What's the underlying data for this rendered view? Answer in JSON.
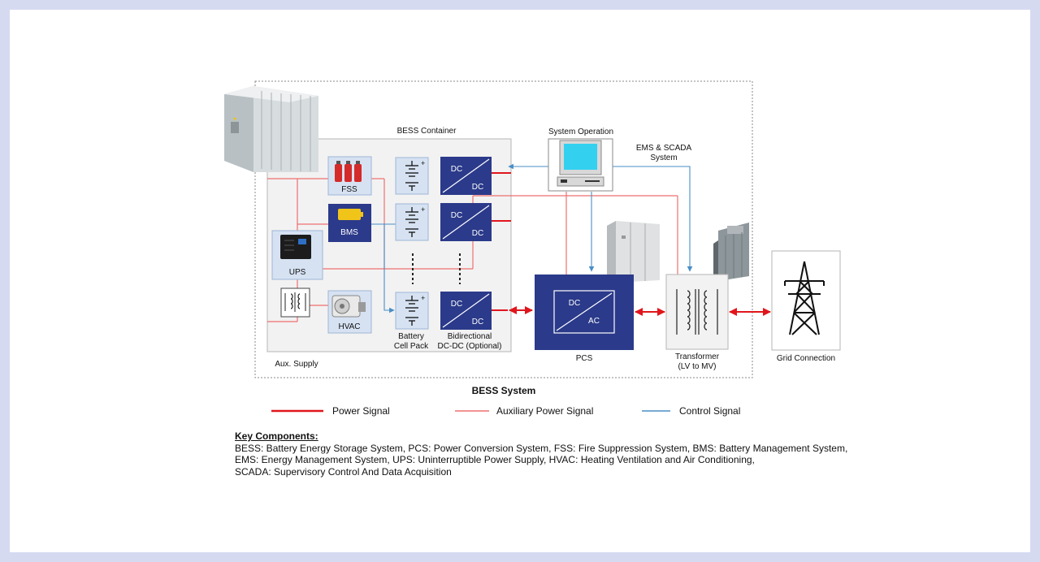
{
  "diagram": {
    "system_title": "BESS System",
    "container_title": "BESS Container",
    "system_operation": "System Operation",
    "ems_scada": [
      "EMS & SCADA",
      "System"
    ],
    "fss": "FSS",
    "bms": "BMS",
    "ups": "UPS",
    "hvac": "HVAC",
    "aux_supply": "Aux. Supply",
    "dc": "DC",
    "ac": "AC",
    "battery_label": [
      "Battery",
      "Cell Pack"
    ],
    "dcdc_label": [
      "Bidirectional",
      "DC-DC (Optional)"
    ],
    "pcs": "PCS",
    "transformer_label": [
      "Transformer",
      "(LV to MV)"
    ],
    "grid_connection": "Grid Connection"
  },
  "legend": {
    "power": "Power Signal",
    "aux": "Auxiliary Power Signal",
    "control": "Control Signal"
  },
  "colors": {
    "power": "#e0161c",
    "aux": "#ee6f6f",
    "control": "#4a8ec6",
    "navy": "#2b3a8a"
  },
  "key_components": {
    "title": "Key Components:",
    "lines": [
      "BESS: Battery Energy Storage System, PCS: Power Conversion System, FSS: Fire Suppression System, BMS: Battery Management System,",
      "EMS: Energy Management System, UPS: Uninterruptible Power Supply, HVAC: Heating Ventilation and Air Conditioning,",
      "SCADA: Supervisory Control And Data Acquisition"
    ]
  }
}
